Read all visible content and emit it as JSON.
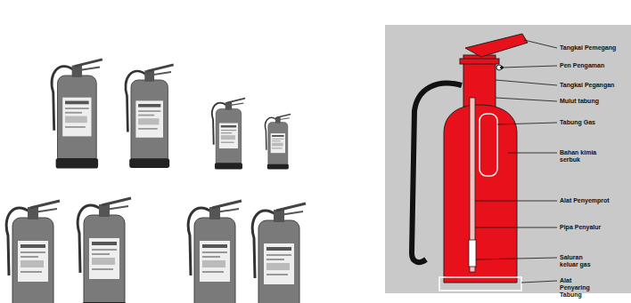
{
  "diagram": {
    "labels": [
      "Tangkai Pemegang",
      "Pen Pengaman",
      "Tangkai Pegangan",
      "Mulut tabung",
      "Tabung Gas",
      "Bahan kimia serbuk",
      "Alat Penyemprot",
      "Pipa Penyalur",
      "Saluran keluar gas",
      "Alat Penyaring Tabung"
    ]
  }
}
